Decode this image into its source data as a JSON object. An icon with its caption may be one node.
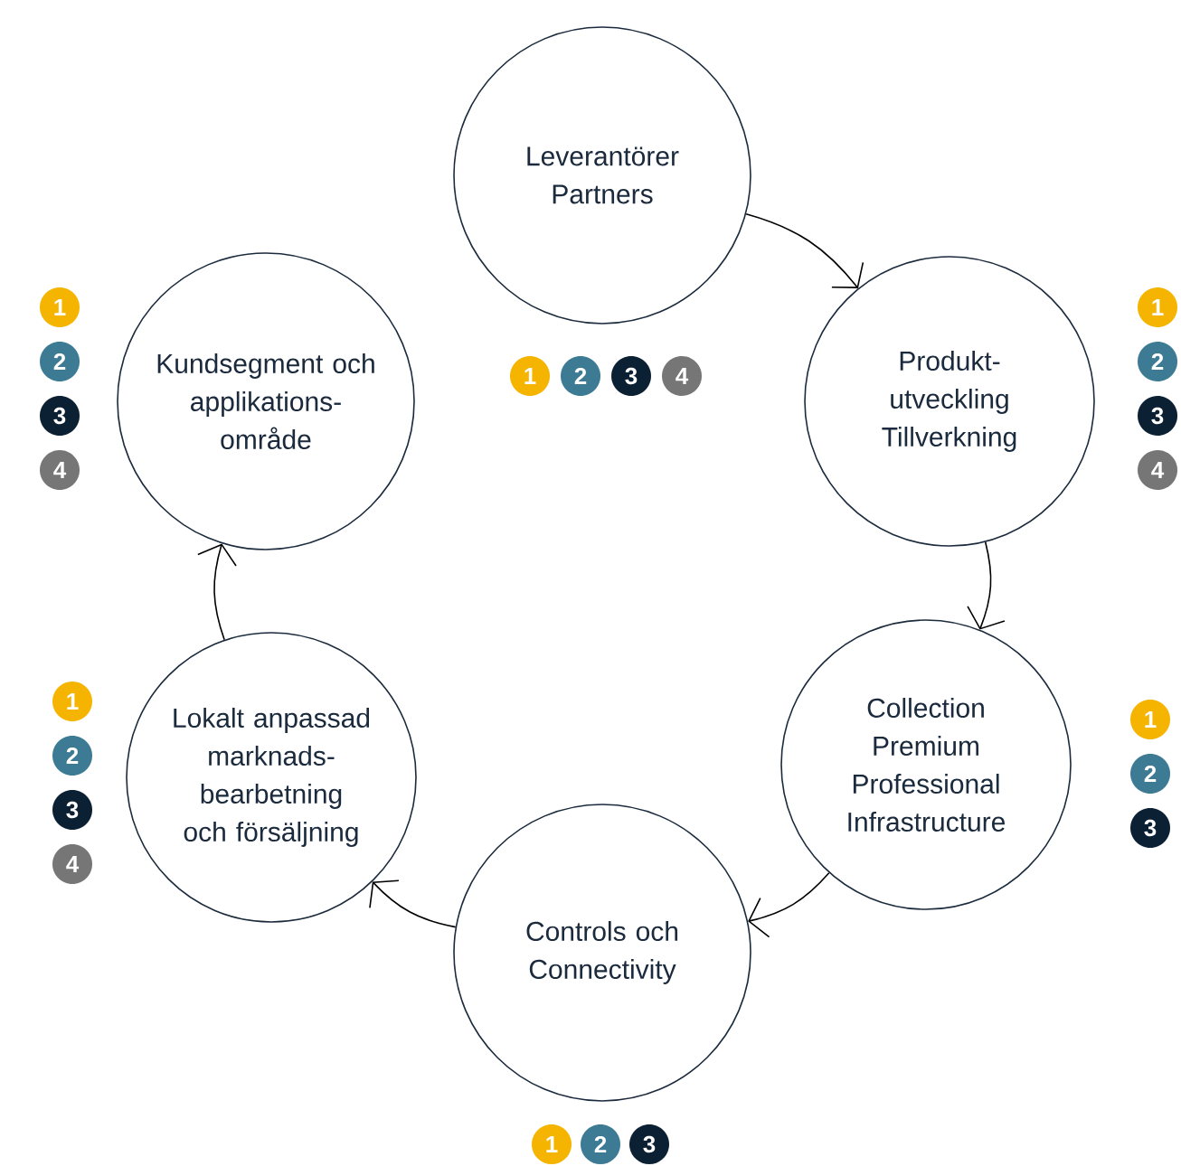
{
  "diagram": {
    "nodes": [
      {
        "text": [
          "Leverantörer Partners"
        ],
        "beside": [
          "1",
          "2",
          "3",
          "4"
        ]
      },
      {
        "text": [
          "Produkt- utveckling Tillverkning"
        ],
        "beside": [
          "1",
          "2",
          "3",
          "4"
        ]
      },
      {
        "text": [
          "Collection Premium Professional Infrastructure"
        ],
        "beside": [
          "1",
          "2",
          "3"
        ]
      },
      {
        "text": [
          "Controls och Connectivity"
        ],
        "beside": [
          "1",
          "2",
          "3"
        ]
      },
      {
        "text": [
          "Lokalt anpassad marknads- bearbetning och försäljning"
        ],
        "beside": [
          "1",
          "2",
          "3",
          "4"
        ]
      },
      {
        "text": [
          "Kundsegment och applikations- område"
        ],
        "beside": [
          "1",
          "2",
          "3",
          "4"
        ]
      }
    ],
    "edges": [
      {
        "from": 0,
        "to": 1,
        "arrow": "to"
      },
      {
        "from": 1,
        "to": 2,
        "arrow": "to"
      },
      {
        "from": 2,
        "to": 3,
        "arrow": "to"
      },
      {
        "from": 3,
        "to": 4,
        "arrow": "to"
      },
      {
        "from": 4,
        "to": 5,
        "arrow": "to"
      }
    ]
  }
}
